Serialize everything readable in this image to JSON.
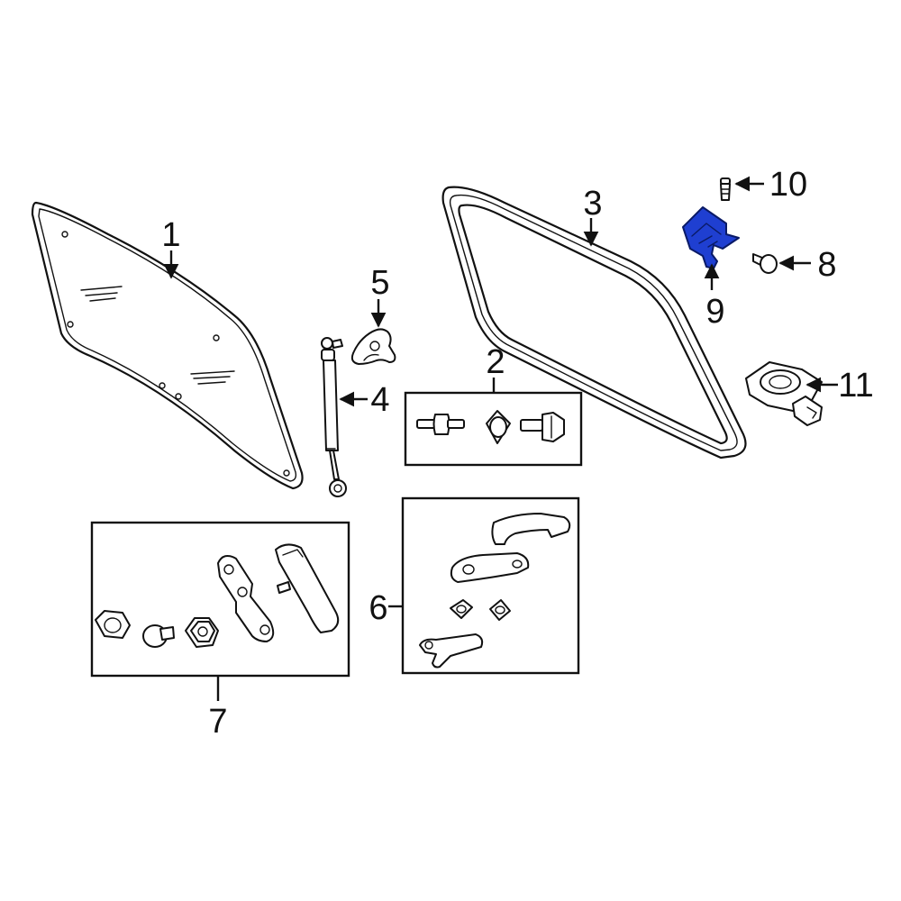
{
  "diagram": {
    "highlight_color": "#1f3fd1",
    "callouts": [
      {
        "id": "1",
        "label": "1"
      },
      {
        "id": "2",
        "label": "2"
      },
      {
        "id": "3",
        "label": "3"
      },
      {
        "id": "4",
        "label": "4"
      },
      {
        "id": "5",
        "label": "5"
      },
      {
        "id": "6",
        "label": "6"
      },
      {
        "id": "7",
        "label": "7"
      },
      {
        "id": "8",
        "label": "8"
      },
      {
        "id": "9",
        "label": "9"
      },
      {
        "id": "10",
        "label": "10"
      },
      {
        "id": "11",
        "label": "11"
      }
    ],
    "highlighted_part": "9"
  }
}
